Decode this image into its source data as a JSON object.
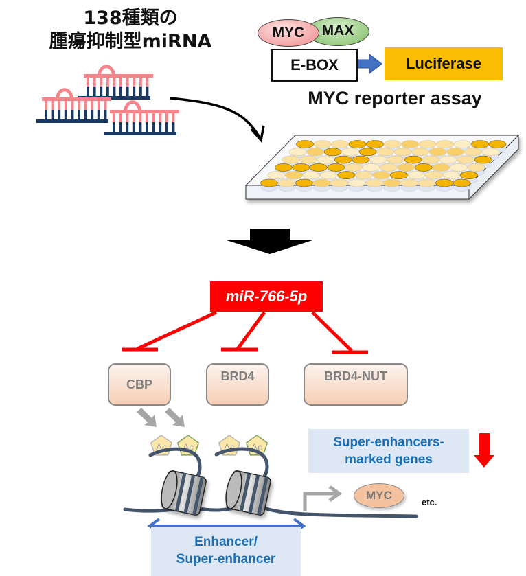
{
  "screening": {
    "title_line1": "138種類の",
    "title_line2": "腫瘍抑制型miRNA",
    "mirna_icon": "mirna-duplex-icon",
    "colors": {
      "mirna_strand": "#f4868b",
      "target_strand": "#1b3a63"
    }
  },
  "reporter": {
    "myc_label": "MYC",
    "max_label": "MAX",
    "ebox_label": "E-BOX",
    "luciferase_label": "Luciferase",
    "assay_title": "MYC reporter assay",
    "colors": {
      "luciferase": "#fbbc04",
      "arrow": "#4472c4"
    }
  },
  "plate": {
    "icon": "96-well-plate-icon",
    "rows": 6,
    "cols": 12,
    "well_intensity": [
      [
        3,
        1,
        1,
        3,
        3,
        1,
        2,
        1,
        1,
        0,
        3,
        3
      ],
      [
        0,
        2,
        3,
        0,
        3,
        1,
        1,
        1,
        2,
        2,
        1,
        0
      ],
      [
        1,
        1,
        0,
        3,
        3,
        0,
        1,
        3,
        1,
        0,
        1,
        3
      ],
      [
        3,
        3,
        3,
        3,
        1,
        0,
        1,
        2,
        3,
        2,
        0,
        1
      ],
      [
        0,
        2,
        0,
        0,
        3,
        1,
        2,
        3,
        0,
        1,
        0,
        3
      ],
      [
        3,
        1,
        3,
        2,
        1,
        0,
        1,
        2,
        1,
        1,
        3,
        3
      ]
    ],
    "well_colors": [
      "#fdeec8",
      "#fbe0a0",
      "#f9cf6a",
      "#f5b400"
    ]
  },
  "result": {
    "mirna_name": "miR-766-5p",
    "targets": [
      {
        "label": "CBP"
      },
      {
        "label": "BRD4"
      },
      {
        "label": "BRD4-NUT"
      }
    ],
    "acetyl_labels": [
      "Ac",
      "Ac",
      "Ac",
      "Ac"
    ],
    "super_enhancer_genes_line1": "Super-enhancers-",
    "super_enhancer_genes_line2": "marked genes",
    "myc_gene_label": "MYC",
    "etc_label": "etc.",
    "enhancer_line1": "Enhancer/",
    "enhancer_line2": "Super-enhancer",
    "colors": {
      "inhibition": "#ff0000",
      "label_bg": "#dde8f4",
      "label_text": "#1a6fb5",
      "dna": "#44546a"
    }
  }
}
